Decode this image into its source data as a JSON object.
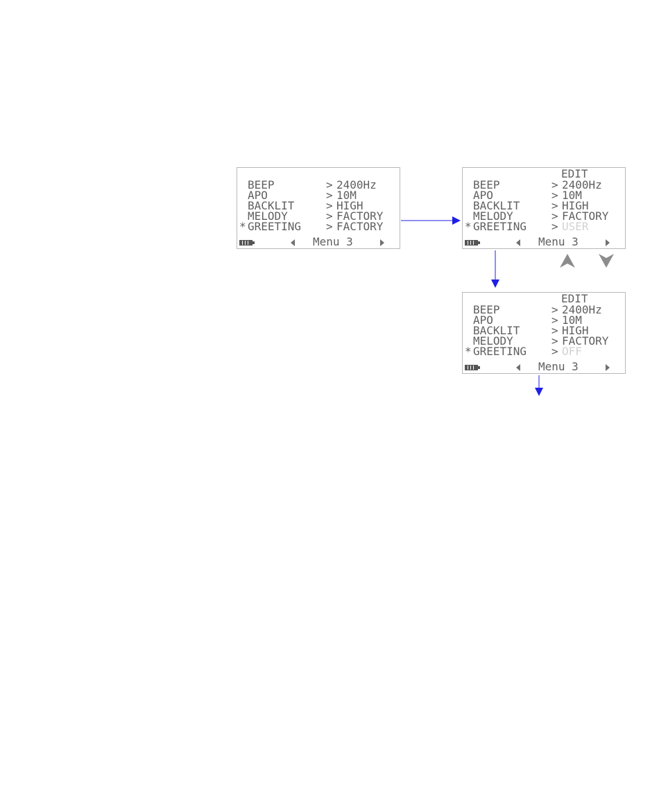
{
  "screens": [
    {
      "id": "screen-1",
      "edit_label": "",
      "rows": [
        {
          "star": "",
          "label": "BEEP",
          "value": "2400Hz",
          "dim": false
        },
        {
          "star": "",
          "label": "APO",
          "value": "10M",
          "dim": false
        },
        {
          "star": "",
          "label": "BACKLIT",
          "value": "HIGH",
          "dim": false
        },
        {
          "star": "",
          "label": "MELODY",
          "value": "FACTORY",
          "dim": false
        },
        {
          "star": "*",
          "label": "GREETING",
          "value": "FACTORY",
          "dim": false
        }
      ],
      "menu": "Menu 3"
    },
    {
      "id": "screen-2",
      "edit_label": "EDIT",
      "rows": [
        {
          "star": "",
          "label": "BEEP",
          "value": "2400Hz",
          "dim": false
        },
        {
          "star": "",
          "label": "APO",
          "value": "10M",
          "dim": false
        },
        {
          "star": "",
          "label": "BACKLIT",
          "value": "HIGH",
          "dim": false
        },
        {
          "star": "",
          "label": "MELODY",
          "value": "FACTORY",
          "dim": false
        },
        {
          "star": "*",
          "label": "GREETING",
          "value": "USER",
          "dim": true
        }
      ],
      "menu": "Menu 3"
    },
    {
      "id": "screen-3",
      "edit_label": "EDIT",
      "rows": [
        {
          "star": "",
          "label": "BEEP",
          "value": "2400Hz",
          "dim": false
        },
        {
          "star": "",
          "label": "APO",
          "value": "10M",
          "dim": false
        },
        {
          "star": "",
          "label": "BACKLIT",
          "value": "HIGH",
          "dim": false
        },
        {
          "star": "",
          "label": "MELODY",
          "value": "FACTORY",
          "dim": false
        },
        {
          "star": "*",
          "label": "GREETING",
          "value": "OFF",
          "dim": true
        }
      ],
      "menu": "Menu 3"
    }
  ],
  "separator": ">",
  "colors": {
    "arrow": "#1f1fe6",
    "lcd_text": "#606060",
    "lcd_dim": "#d2d2d2",
    "key_icon": "#8c8c8c"
  },
  "icons": [
    "battery-icon",
    "left-triangle-icon",
    "right-triangle-icon",
    "up-key-icon",
    "down-key-icon"
  ]
}
